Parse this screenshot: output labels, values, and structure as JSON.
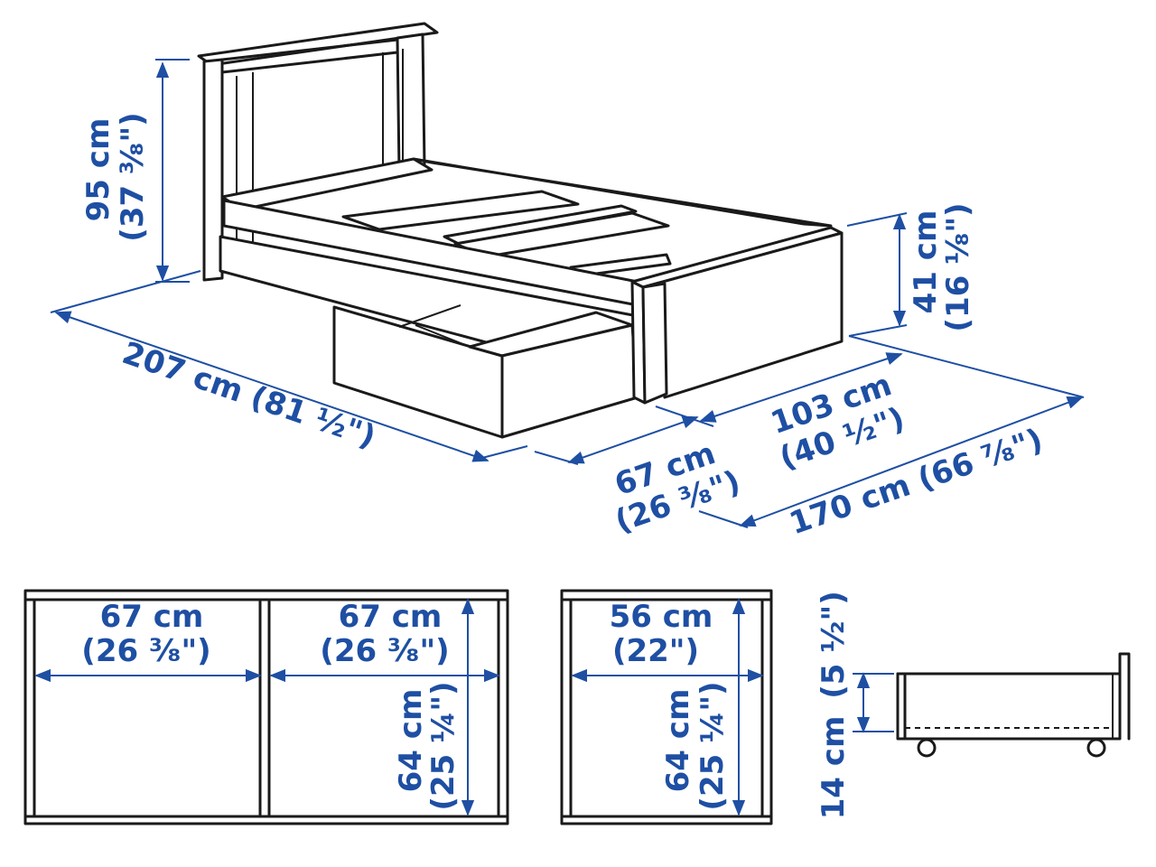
{
  "colors": {
    "dimension": "#1e4fa3",
    "line": "#1a1a1a",
    "background": "#ffffff"
  },
  "bed": {
    "height_cm": "95 cm",
    "height_in": "(37 ³⁄₈\")",
    "length_cm": "207 cm (81 ½\")",
    "side_height_cm": "41 cm",
    "side_height_in": "(16 ⅛\")",
    "inner_width_cm": "103 cm",
    "inner_width_in": "(40 ½\")",
    "drawer_depth_cm": "67 cm",
    "drawer_depth_in": "(26 ³⁄₈\")",
    "total_width_cm": "170 cm (66 ⅞\")"
  },
  "drawer_views": {
    "left_a_width_cm": "67 cm",
    "left_a_width_in": "(26 ³⁄₈\")",
    "left_b_width_cm": "67 cm",
    "left_b_width_in": "(26 ³⁄₈\")",
    "left_b_depth_cm": "64 cm",
    "left_b_depth_in": "(25 ¼\")",
    "right_width_cm": "56 cm",
    "right_width_in": "(22\")",
    "right_depth_cm": "64 cm",
    "right_depth_in": "(25 ¼\")",
    "side_height_cm": "14 cm",
    "side_height_in": "(5 ½\")"
  }
}
